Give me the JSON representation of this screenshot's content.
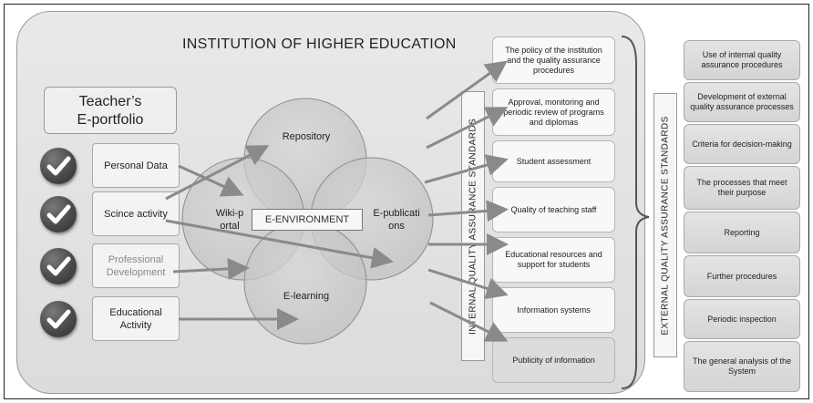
{
  "institution": {
    "title": "INSTITUTION OF HIGHER EDUCATION"
  },
  "portfolio": {
    "title_line1": "Teacher’s",
    "title_line2": "E-portfolio",
    "items": [
      {
        "label": "Personal Data",
        "icon": "check-icon"
      },
      {
        "label": "Scince activity",
        "icon": "check-icon"
      },
      {
        "label": "Professional Development",
        "icon": "check-icon"
      },
      {
        "label": "Educational Activity",
        "icon": "check-icon"
      }
    ]
  },
  "environment": {
    "center_label": "E-ENVIRONMENT",
    "circles": [
      {
        "label": "Repository"
      },
      {
        "label": "Wiki-portal"
      },
      {
        "label": "E-publications"
      },
      {
        "label": "E-learning"
      }
    ]
  },
  "internal_standards": {
    "label": "INTERNAL QUALITY ASSURANCE STANDARDS",
    "items": [
      "The policy of the institution and the quality assurance procedures",
      "Approval, monitoring and periodic review of programs and diplomas",
      "Student assessment",
      "Quality of teaching staff",
      "Educational resources and support for students",
      "Information systems",
      "Publicity of information"
    ]
  },
  "external_standards": {
    "label": "EXTERNAL QUALITY ASSURANCE STANDARDS",
    "items": [
      "Use of internal quality assurance procedures",
      "Development of external quality assurance processes",
      "Criteria for decision-making",
      "The processes that meet their purpose",
      "Reporting",
      "Further procedures",
      "Periodic inspection",
      "The general analysis of the System"
    ]
  },
  "colors": {
    "arrow": "#8a8a8a",
    "circle_fill": "#cfcfcf",
    "circle_edge": "#8c8c8c",
    "check": "#ffffff"
  }
}
